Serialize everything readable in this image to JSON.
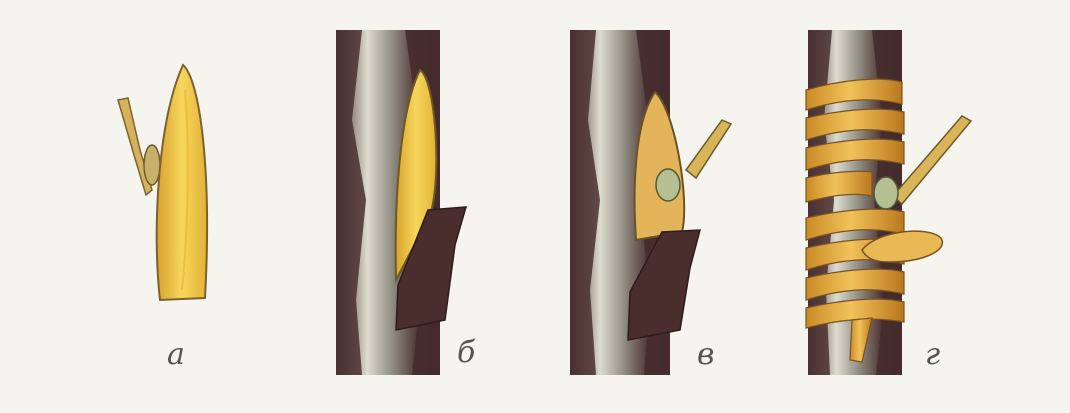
{
  "figure": {
    "panels": [
      {
        "id": "a",
        "label": "а"
      },
      {
        "id": "b",
        "label": "б"
      },
      {
        "id": "v",
        "label": "в"
      },
      {
        "id": "g",
        "label": "г"
      }
    ]
  },
  "colors": {
    "background": "#f6f4ee",
    "bark": "#4a3030",
    "bark_light": "#d9d8cc",
    "wood": "#f2c84a",
    "wood_edge": "#8a6a2a",
    "twig": "#c9a84e",
    "wrap": "#e0a93b"
  }
}
